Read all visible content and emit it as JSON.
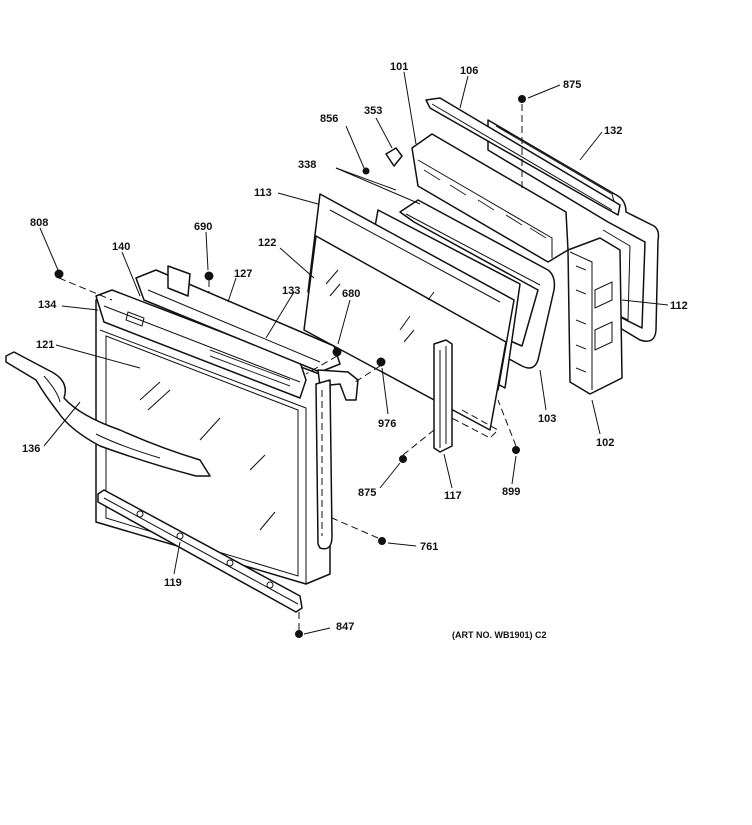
{
  "callouts": {
    "c101": "101",
    "c106": "106",
    "c875a": "875",
    "c856": "856",
    "c353": "353",
    "c132": "132",
    "c338": "338",
    "c113": "113",
    "c808": "808",
    "c690": "690",
    "c140": "140",
    "c122": "122",
    "c127": "127",
    "c680": "680",
    "c134": "134",
    "c133": "133",
    "c112": "112",
    "c121": "121",
    "c976": "976",
    "c103": "103",
    "c102": "102",
    "c136": "136",
    "c875b": "875",
    "c117": "117",
    "c899": "899",
    "c761": "761",
    "c119": "119",
    "c847": "847"
  },
  "art_number": "(ART NO. WB1901) C2"
}
